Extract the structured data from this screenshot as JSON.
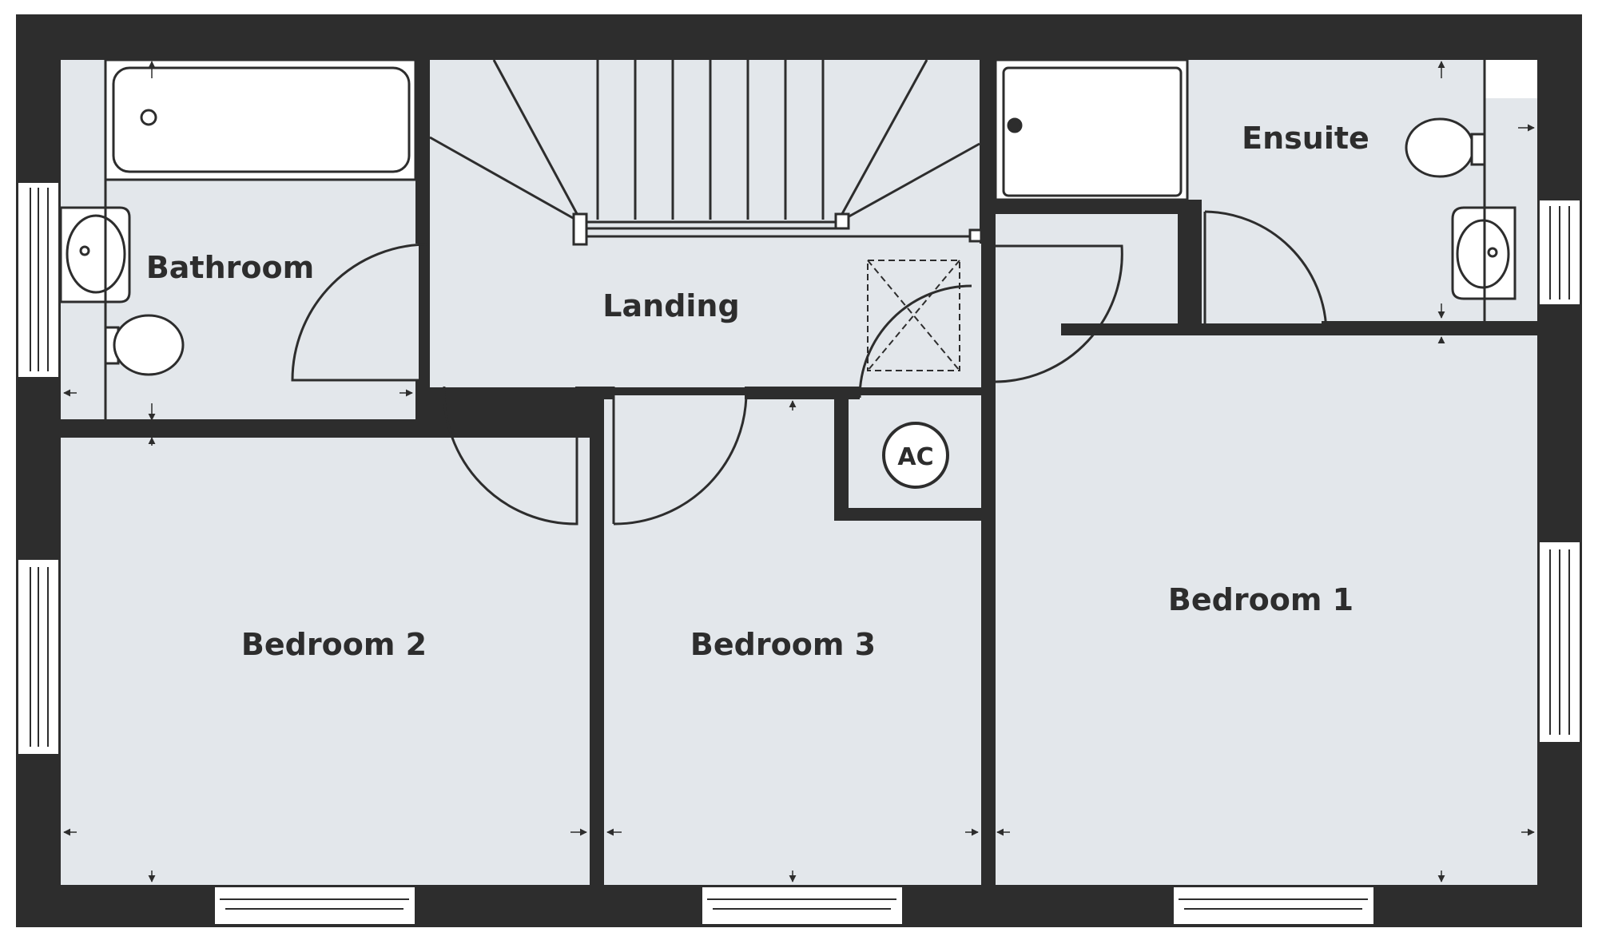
{
  "rooms": {
    "bathroom": "Bathroom",
    "landing": "Landing",
    "ensuite": "Ensuite",
    "bedroom1": "Bedroom 1",
    "bedroom2": "Bedroom 2",
    "bedroom3": "Bedroom 3"
  },
  "symbols": {
    "airing_cupboard": "AC"
  },
  "colors": {
    "wall": "#2d2d2d",
    "floor": "#e3e7eb",
    "fixture": "#ffffff"
  }
}
